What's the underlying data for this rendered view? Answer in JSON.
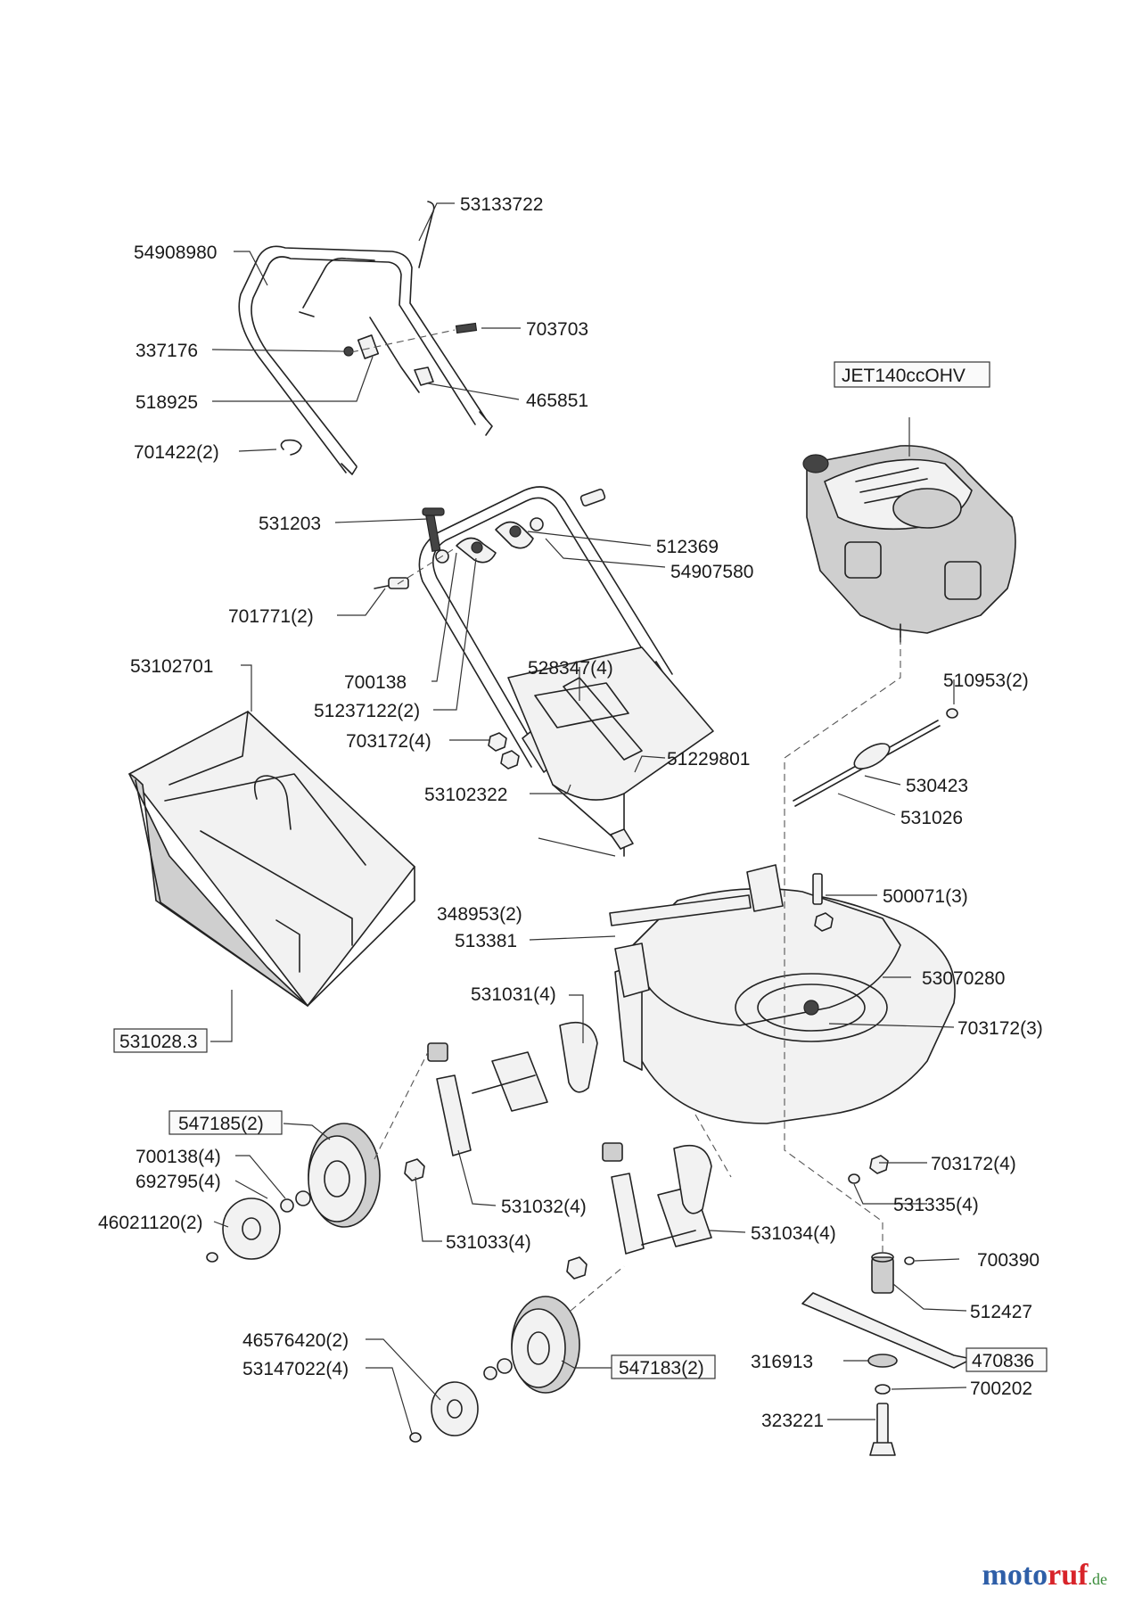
{
  "parts": [
    {
      "id": "p01",
      "text": "53133722",
      "boxed": false
    },
    {
      "id": "p02",
      "text": "54908980",
      "boxed": false
    },
    {
      "id": "p03",
      "text": "703703",
      "boxed": false
    },
    {
      "id": "p04",
      "text": "337176",
      "boxed": false
    },
    {
      "id": "p05",
      "text": "518925",
      "boxed": false
    },
    {
      "id": "p06",
      "text": "465851",
      "boxed": false
    },
    {
      "id": "p07",
      "text": "701422(2)",
      "boxed": false
    },
    {
      "id": "p08",
      "text": "JET140ccOHV",
      "boxed": true
    },
    {
      "id": "p09",
      "text": "531203",
      "boxed": false
    },
    {
      "id": "p10",
      "text": "512369",
      "boxed": false
    },
    {
      "id": "p11",
      "text": "54907580",
      "boxed": false
    },
    {
      "id": "p12",
      "text": "701771(2)",
      "boxed": false
    },
    {
      "id": "p13",
      "text": "53102701",
      "boxed": false
    },
    {
      "id": "p14",
      "text": "528347(4)",
      "boxed": false
    },
    {
      "id": "p15",
      "text": "510953(2)",
      "boxed": false
    },
    {
      "id": "p16",
      "text": "700138",
      "boxed": false
    },
    {
      "id": "p17",
      "text": "51237122(2)",
      "boxed": false
    },
    {
      "id": "p18",
      "text": "703172(4)",
      "boxed": false
    },
    {
      "id": "p19",
      "text": "51229801",
      "boxed": false
    },
    {
      "id": "p20",
      "text": "53102322",
      "boxed": false
    },
    {
      "id": "p21",
      "text": "530423",
      "boxed": false
    },
    {
      "id": "p22",
      "text": "531026",
      "boxed": false
    },
    {
      "id": "p23",
      "text": "500071(3)",
      "boxed": false
    },
    {
      "id": "p24",
      "text": "348953(2)",
      "boxed": false
    },
    {
      "id": "p25",
      "text": "513381",
      "boxed": false
    },
    {
      "id": "p26",
      "text": "53070280",
      "boxed": false
    },
    {
      "id": "p27",
      "text": "531031(4)",
      "boxed": false
    },
    {
      "id": "p28",
      "text": "703172(3)",
      "boxed": false
    },
    {
      "id": "p29",
      "text": "531028.3",
      "boxed": true
    },
    {
      "id": "p30",
      "text": "547185(2)",
      "boxed": true
    },
    {
      "id": "p31",
      "text": "700138(4)",
      "boxed": false
    },
    {
      "id": "p32",
      "text": "692795(4)",
      "boxed": false
    },
    {
      "id": "p33",
      "text": "703172(4)",
      "boxed": false
    },
    {
      "id": "p34",
      "text": "531335(4)",
      "boxed": false
    },
    {
      "id": "p35",
      "text": "531032(4)",
      "boxed": false
    },
    {
      "id": "p36",
      "text": "46021120(2)",
      "boxed": false
    },
    {
      "id": "p37",
      "text": "531033(4)",
      "boxed": false
    },
    {
      "id": "p38",
      "text": "531034(4)",
      "boxed": false
    },
    {
      "id": "p39",
      "text": "700390",
      "boxed": false
    },
    {
      "id": "p40",
      "text": "512427",
      "boxed": false
    },
    {
      "id": "p41",
      "text": "46576420(2)",
      "boxed": false
    },
    {
      "id": "p42",
      "text": "53147022(4)",
      "boxed": false
    },
    {
      "id": "p43",
      "text": "547183(2)",
      "boxed": true
    },
    {
      "id": "p44",
      "text": "316913",
      "boxed": false
    },
    {
      "id": "p45",
      "text": "470836",
      "boxed": true
    },
    {
      "id": "p46",
      "text": "700202",
      "boxed": false
    },
    {
      "id": "p47",
      "text": "323221",
      "boxed": false
    }
  ],
  "brand": {
    "part1": "moto",
    "part2": "ruf",
    "suffix": ".de"
  }
}
